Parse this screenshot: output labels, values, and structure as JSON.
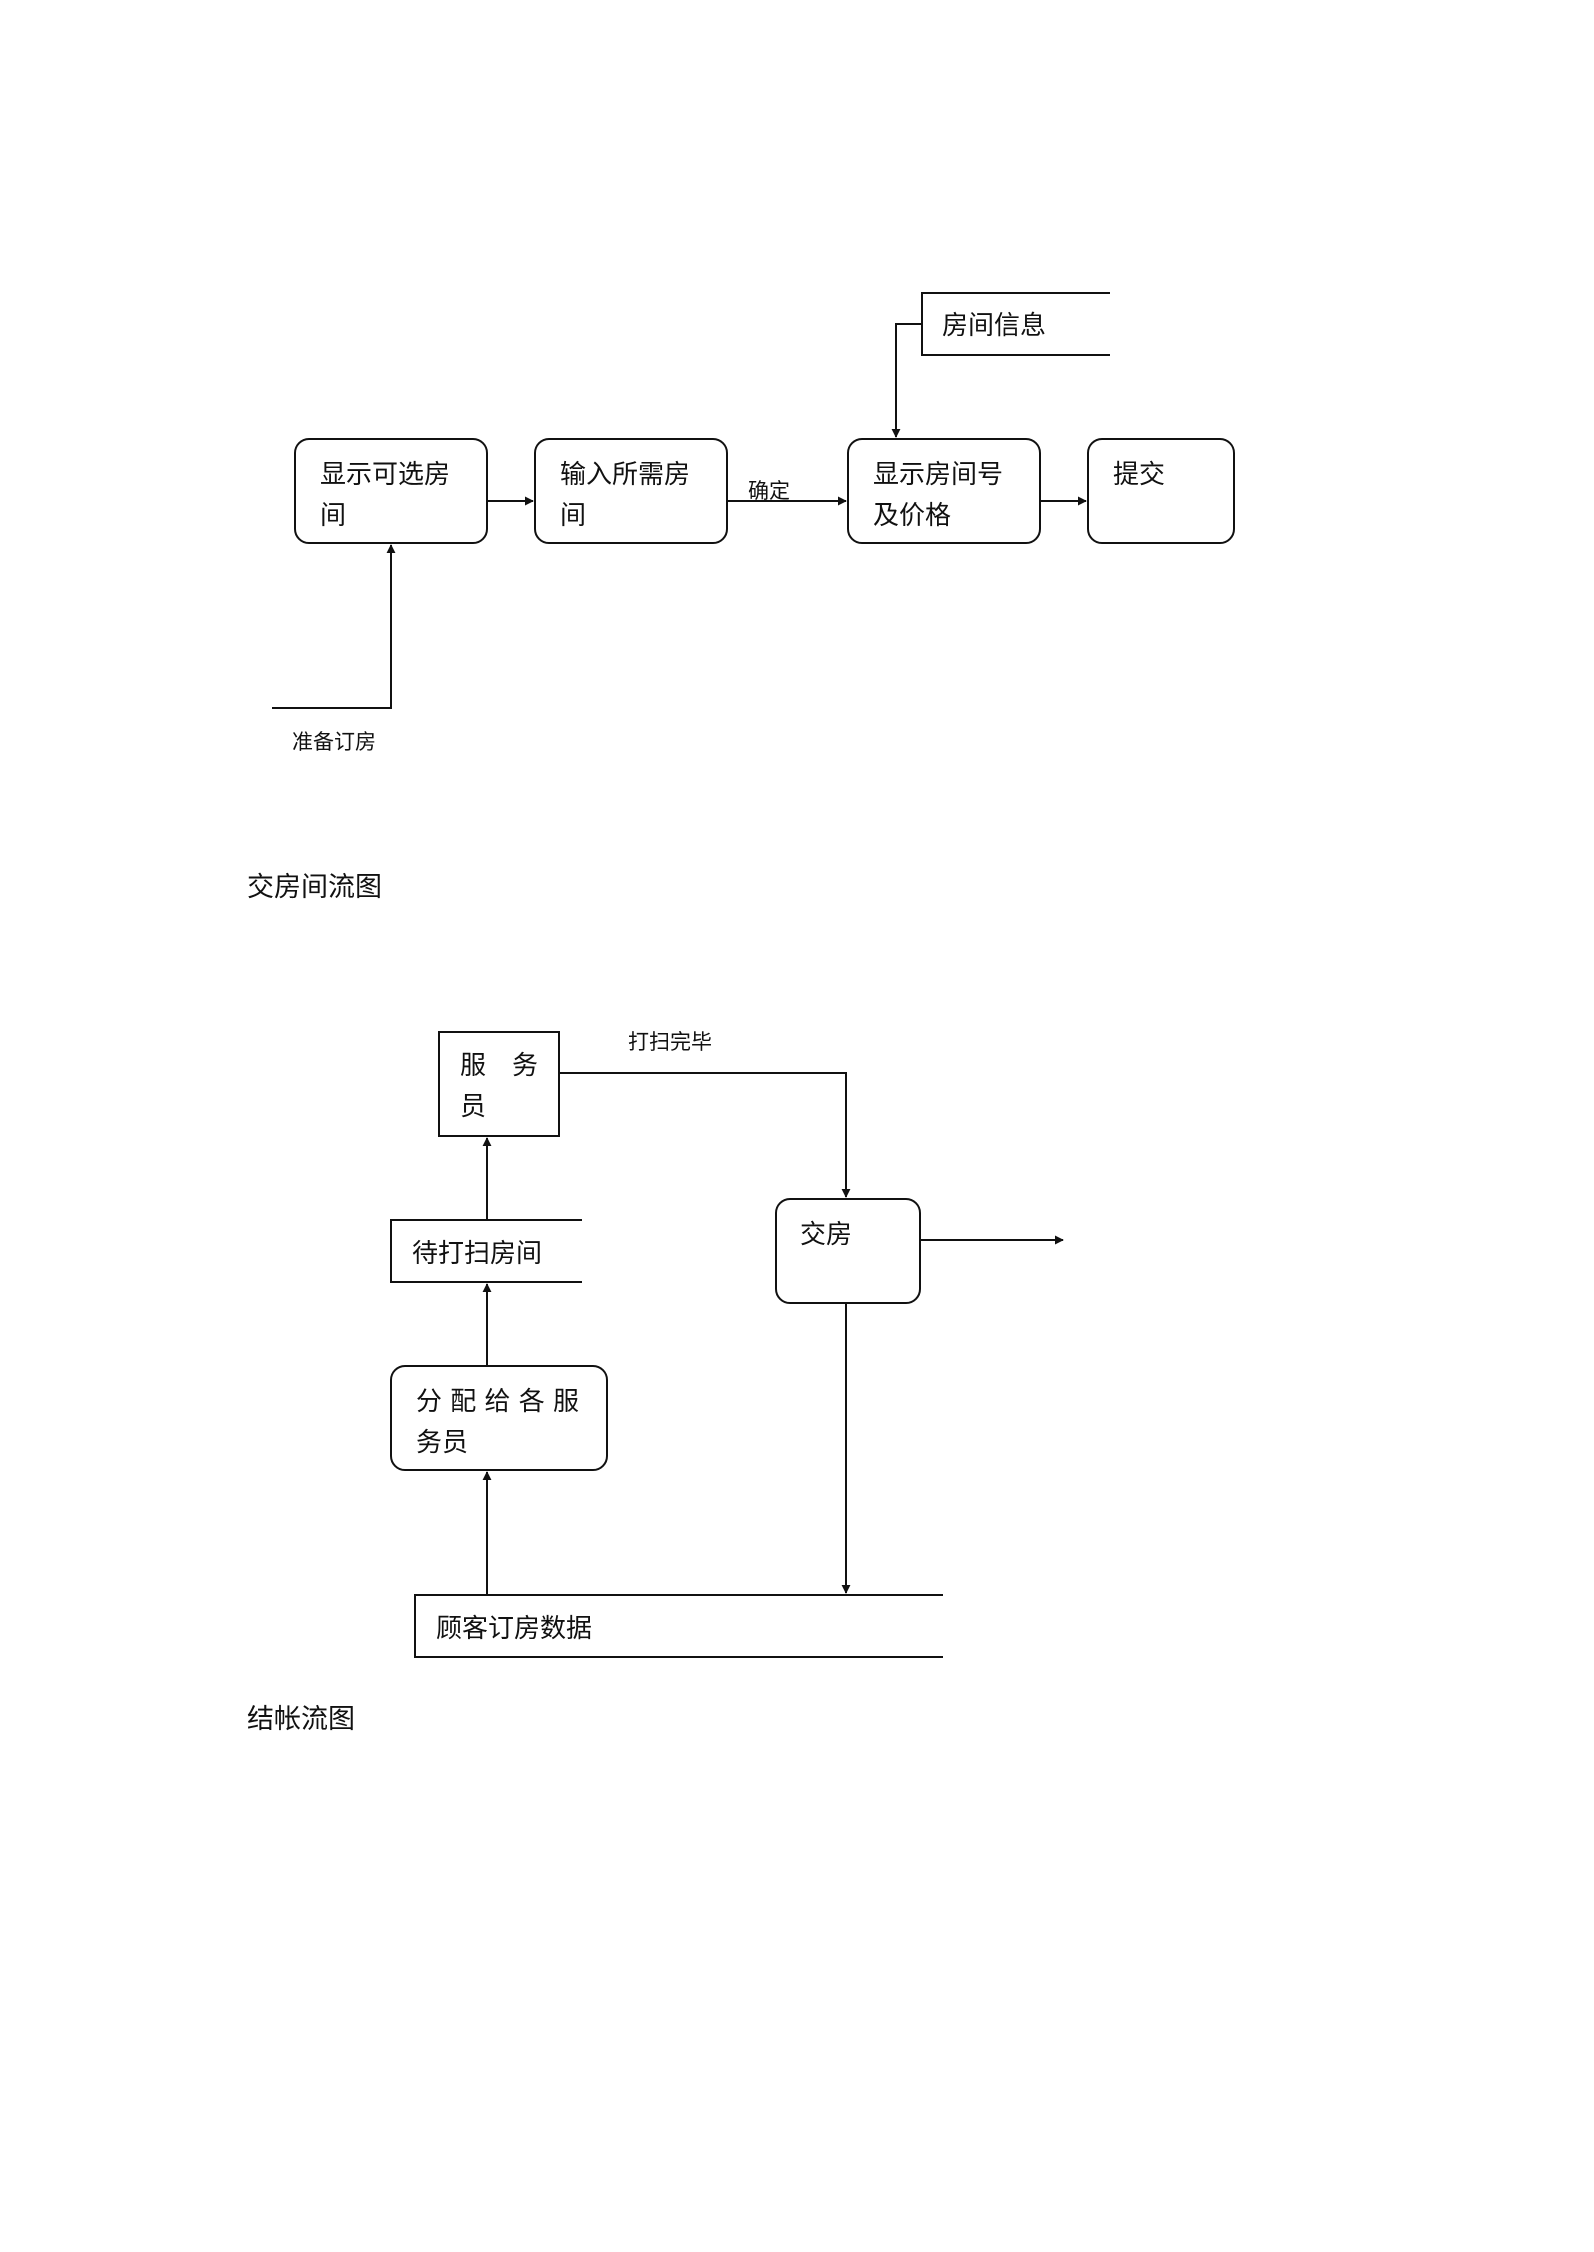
{
  "diagram1": {
    "nodes": {
      "show_rooms": [
        "显示可选房",
        "间"
      ],
      "input_rooms": [
        "输入所需房",
        "间"
      ],
      "show_price": [
        "显示房间号",
        "及价格"
      ],
      "submit": "提交"
    },
    "datastore": "房间信息",
    "edge_labels": {
      "confirm": "确定",
      "prepare": "准备订房"
    }
  },
  "caption1": "交房间流图",
  "diagram2": {
    "nodes": {
      "waiter": [
        "服　务",
        "员"
      ],
      "checkout": "交房",
      "assign": [
        "分 配 给 各 服",
        "务员"
      ]
    },
    "datastores": {
      "pending_rooms": "待打扫房间",
      "customer_data": "顾客订房数据"
    },
    "edge_labels": {
      "cleaned": "打扫完毕"
    }
  },
  "caption2": "结帐流图"
}
